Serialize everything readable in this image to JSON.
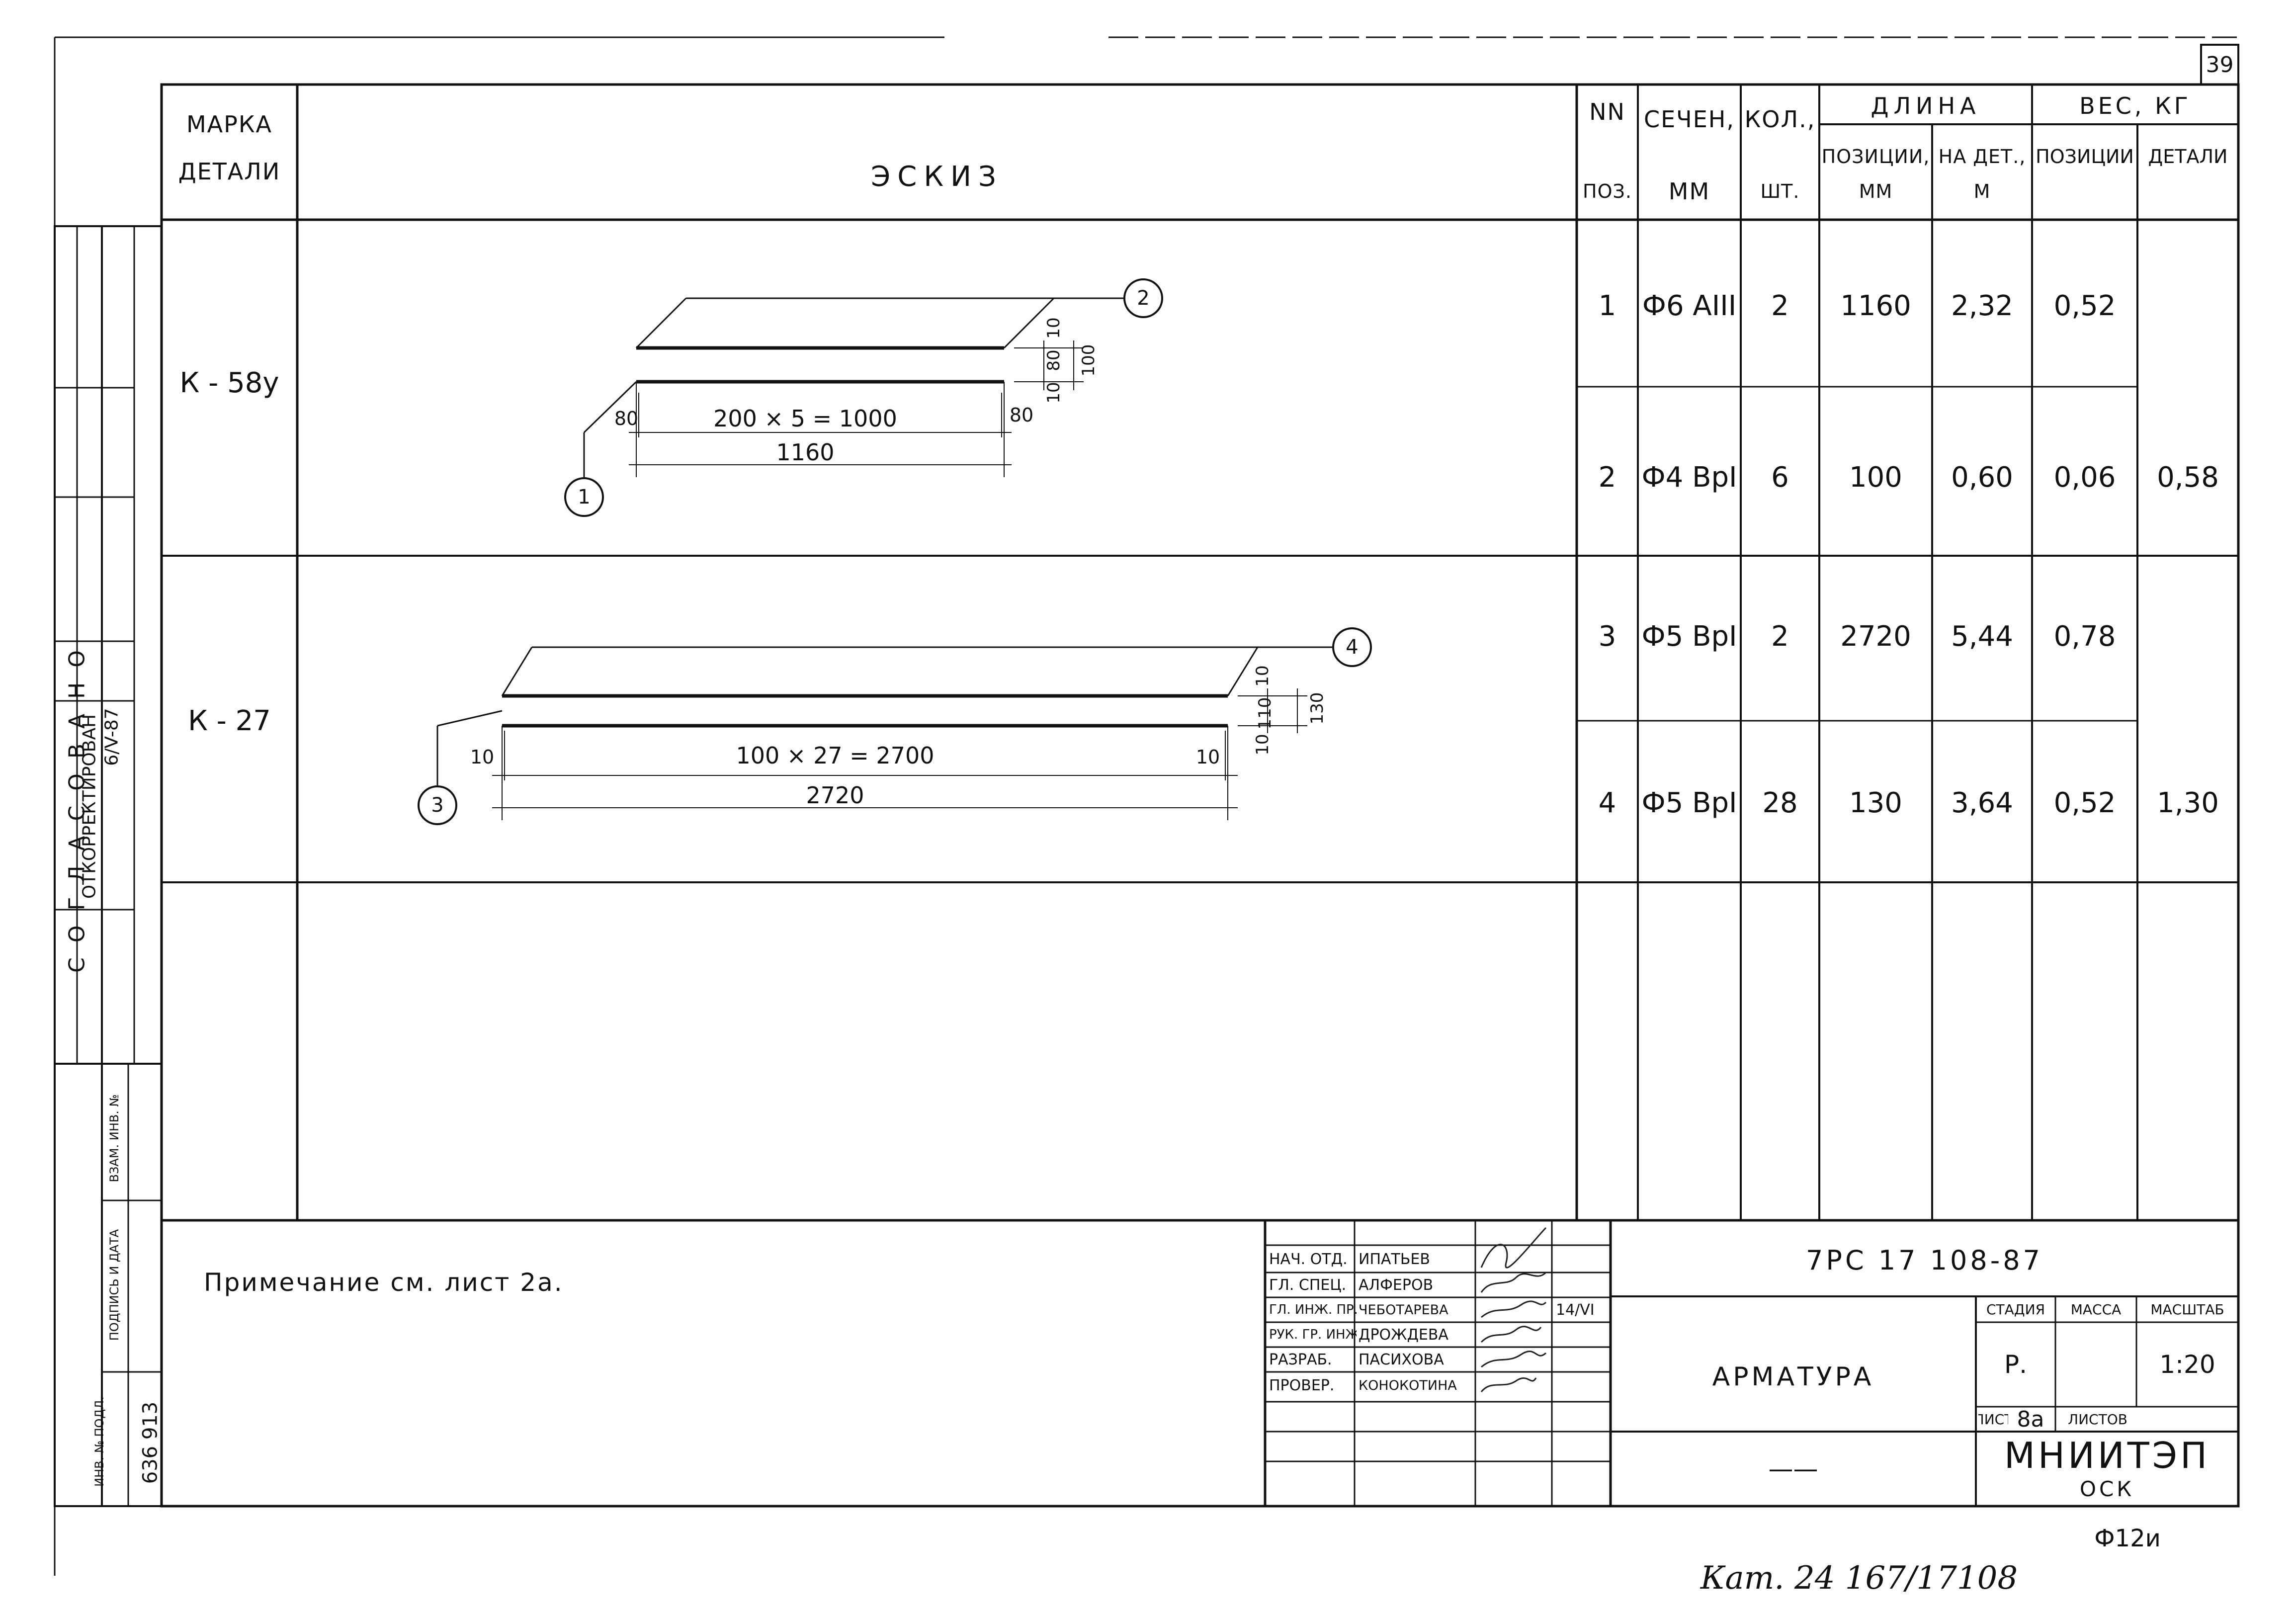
{
  "sheet_number": "39",
  "header": {
    "mark_line1": "МАРКА",
    "mark_line2": "ДЕТАЛИ",
    "sketch": "ЭСКИЗ",
    "pos_line1": "NN",
    "pos_line2": "ПОЗ.",
    "section_line1": "СЕЧЕН,",
    "section_line2": "ММ",
    "qty_line1": "КОЛ.,",
    "qty_line2": "ШТ.",
    "length": "ДЛИНА",
    "length_pos_line1": "ПОЗИЦИИ,",
    "length_pos_line2": "ММ",
    "length_det_line1": "НА ДЕТ.,",
    "length_det_line2": "М",
    "weight": "ВЕС, КГ",
    "weight_pos": "ПОЗИЦИИ",
    "weight_det": "ДЕТАЛИ"
  },
  "details": [
    {
      "mark": "К - 58у",
      "total_weight": "0,58"
    },
    {
      "mark": "К - 27",
      "total_weight": "1,30"
    }
  ],
  "rows": [
    {
      "pos": "1",
      "section": "Ф6 АIII",
      "qty": "2",
      "len_pos": "1160",
      "len_det": "2,32",
      "w_pos": "0,52"
    },
    {
      "pos": "2",
      "section": "Ф4 ВрI",
      "qty": "6",
      "len_pos": "100",
      "len_det": "0,60",
      "w_pos": "0,06"
    },
    {
      "pos": "3",
      "section": "Ф5 ВрI",
      "qty": "2",
      "len_pos": "2720",
      "len_det": "5,44",
      "w_pos": "0,78"
    },
    {
      "pos": "4",
      "section": "Ф5 ВрI",
      "qty": "28",
      "len_pos": "130",
      "len_det": "3,64",
      "w_pos": "0,52"
    }
  ],
  "sketch1": {
    "callout_top": "2",
    "callout_bottom": "1",
    "dim_inner": "200 × 5 = 1000",
    "dim_total": "1160",
    "end_left": "80",
    "end_right": "80",
    "v_small": "10",
    "v_mid": "80",
    "v_left": "10",
    "v_total": "100"
  },
  "sketch2": {
    "callout_top": "4",
    "callout_bottom": "3",
    "dim_inner": "100 × 27 = 2700",
    "dim_total": "2720",
    "end_left": "10",
    "end_right": "10",
    "v_small": "10",
    "v_mid": "110",
    "v_left": "10",
    "v_total": "130"
  },
  "note": "Примечание см. лист 2а.",
  "stamp": {
    "roles": [
      "НАЧ. ОТД.",
      "ГЛ. СПЕЦ.",
      "ГЛ. ИНЖ. ПР.",
      "РУК. ГР. ИНЖ.",
      "РАЗРАБ.",
      "ПРОВЕР."
    ],
    "names": [
      "ИПАТЬЕВ",
      "АЛФЕРОВ",
      "ЧЕБОТАРЕВА",
      "ДРОЖДЕВА",
      "ПАСИХОВА",
      "КОНОКОТИНА"
    ],
    "sign_date": "14/VI",
    "doc_code": "7РС 17 108-87",
    "title": "АРМАТУРА",
    "stage_label": "СТАДИЯ",
    "mass_label": "МАССА",
    "scale_label": "МАСШТАБ",
    "stage": "Р.",
    "scale": "1:20",
    "sheet_label": "ЛИСТ",
    "sheet": "8а",
    "sheets_label": "ЛИСТОВ",
    "org": "МНИИТЭП",
    "org_sub": "ОСК",
    "dash": "——"
  },
  "side": {
    "agreed": "СОГЛАСОВАНО",
    "corrected": "ОТКОРРЕКТИРОВАН",
    "corr_date": "6/V-87",
    "inv_orig": "ИНВ. № ПОДЛ.",
    "sign_date": "ПОДПИСЬ И ДАТА",
    "inv_repl": "ВЗАМ. ИНВ. №",
    "inv_number": "636 913"
  },
  "format": "Ф12и",
  "handwritten_footer": "Кат. 24 167/17108"
}
